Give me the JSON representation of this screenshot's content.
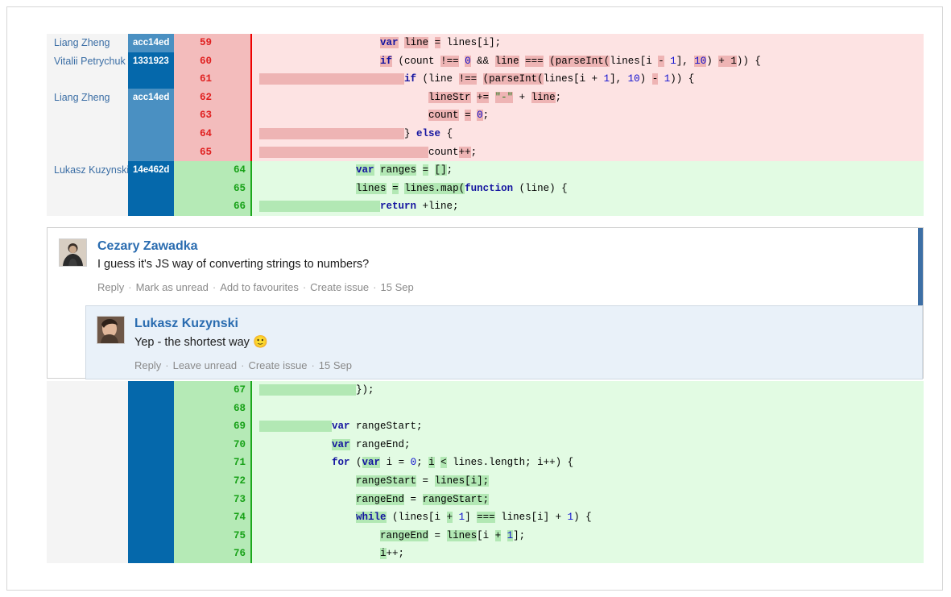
{
  "diff_top": {
    "rows": [
      {
        "author": "Liang Zheng",
        "hash": "acc14ed",
        "hash_shade": "light",
        "num": "59",
        "type": "del",
        "tokens": [
          {
            "t": "                    ",
            "c": ""
          },
          {
            "t": "var",
            "c": "kw wd"
          },
          {
            "t": " ",
            "c": ""
          },
          {
            "t": "line",
            "c": "wd"
          },
          {
            "t": " ",
            "c": ""
          },
          {
            "t": "=",
            "c": "wd"
          },
          {
            "t": " lines[i];",
            "c": ""
          }
        ]
      },
      {
        "author": "Vitalii Petrychuk",
        "hash": "1331923",
        "hash_shade": "dark",
        "num": "60",
        "type": "del",
        "tokens": [
          {
            "t": "                    ",
            "c": ""
          },
          {
            "t": "if",
            "c": "kw wd"
          },
          {
            "t": " (count ",
            "c": ""
          },
          {
            "t": "!==",
            "c": "wd"
          },
          {
            "t": " ",
            "c": ""
          },
          {
            "t": "0",
            "c": "num wd"
          },
          {
            "t": " && ",
            "c": ""
          },
          {
            "t": "line",
            "c": "wd"
          },
          {
            "t": " ",
            "c": ""
          },
          {
            "t": "===",
            "c": "wd"
          },
          {
            "t": " ",
            "c": ""
          },
          {
            "t": "(parseInt(",
            "c": "wd"
          },
          {
            "t": "lines[i ",
            "c": ""
          },
          {
            "t": "-",
            "c": "wd"
          },
          {
            "t": " ",
            "c": ""
          },
          {
            "t": "1",
            "c": "num"
          },
          {
            "t": "], ",
            "c": ""
          },
          {
            "t": "10",
            "c": "num wd"
          },
          {
            "t": ") ",
            "c": ""
          },
          {
            "t": "+ 1",
            "c": "wd"
          },
          {
            "t": ")) {",
            "c": ""
          }
        ]
      },
      {
        "author": "",
        "hash": "",
        "hash_shade": "dark",
        "num": "61",
        "type": "del",
        "tokens": [
          {
            "t": "                        ",
            "c": "wd"
          },
          {
            "t": "if",
            "c": "kw"
          },
          {
            "t": " (line ",
            "c": ""
          },
          {
            "t": "!==",
            "c": "wd"
          },
          {
            "t": " ",
            "c": ""
          },
          {
            "t": "(parseInt(",
            "c": "wd"
          },
          {
            "t": "lines[i + ",
            "c": ""
          },
          {
            "t": "1",
            "c": "num"
          },
          {
            "t": "], ",
            "c": ""
          },
          {
            "t": "10",
            "c": "num"
          },
          {
            "t": ") ",
            "c": ""
          },
          {
            "t": "-",
            "c": "wd"
          },
          {
            "t": " ",
            "c": ""
          },
          {
            "t": "1",
            "c": "num"
          },
          {
            "t": ")) {",
            "c": ""
          }
        ]
      },
      {
        "author": "Liang Zheng",
        "hash": "acc14ed",
        "hash_shade": "light",
        "num": "62",
        "type": "del",
        "tokens": [
          {
            "t": "                            ",
            "c": ""
          },
          {
            "t": "lineStr",
            "c": "wd"
          },
          {
            "t": " ",
            "c": ""
          },
          {
            "t": "+=",
            "c": "wd"
          },
          {
            "t": " ",
            "c": ""
          },
          {
            "t": "\"-\"",
            "c": "str wd"
          },
          {
            "t": " + ",
            "c": ""
          },
          {
            "t": "line",
            "c": "wd"
          },
          {
            "t": ";",
            "c": ""
          }
        ]
      },
      {
        "author": "",
        "hash": "",
        "hash_shade": "light",
        "num": "63",
        "type": "del",
        "tokens": [
          {
            "t": "                            ",
            "c": ""
          },
          {
            "t": "count",
            "c": "wd"
          },
          {
            "t": " ",
            "c": ""
          },
          {
            "t": "=",
            "c": "wd"
          },
          {
            "t": " ",
            "c": ""
          },
          {
            "t": "0",
            "c": "num wd"
          },
          {
            "t": ";",
            "c": ""
          }
        ]
      },
      {
        "author": "",
        "hash": "",
        "hash_shade": "light",
        "num": "64",
        "type": "del",
        "tokens": [
          {
            "t": "                        ",
            "c": "wd"
          },
          {
            "t": "} ",
            "c": ""
          },
          {
            "t": "else",
            "c": "kw"
          },
          {
            "t": " {",
            "c": ""
          }
        ]
      },
      {
        "author": "",
        "hash": "",
        "hash_shade": "light",
        "num": "65",
        "type": "del",
        "tokens": [
          {
            "t": "                            ",
            "c": "wd"
          },
          {
            "t": "count",
            "c": ""
          },
          {
            "t": "++",
            "c": "wd"
          },
          {
            "t": ";",
            "c": ""
          }
        ]
      },
      {
        "author": "Lukasz Kuzynski",
        "hash": "14e462d",
        "hash_shade": "dark",
        "num": "64",
        "type": "add",
        "tokens": [
          {
            "t": "                ",
            "c": ""
          },
          {
            "t": "var",
            "c": "kw wd"
          },
          {
            "t": " ",
            "c": ""
          },
          {
            "t": "ranges",
            "c": "wd"
          },
          {
            "t": " ",
            "c": ""
          },
          {
            "t": "=",
            "c": "wd"
          },
          {
            "t": " ",
            "c": ""
          },
          {
            "t": "[]",
            "c": "wd"
          },
          {
            "t": ";",
            "c": ""
          }
        ]
      },
      {
        "author": "",
        "hash": "",
        "hash_shade": "dark",
        "num": "65",
        "type": "add",
        "tokens": [
          {
            "t": "                ",
            "c": ""
          },
          {
            "t": "lines",
            "c": "wd"
          },
          {
            "t": " ",
            "c": ""
          },
          {
            "t": "=",
            "c": "wd"
          },
          {
            "t": " ",
            "c": ""
          },
          {
            "t": "lines.map(",
            "c": "wd"
          },
          {
            "t": "function",
            "c": "kw"
          },
          {
            "t": " (line) {",
            "c": ""
          }
        ]
      },
      {
        "author": "",
        "hash": "",
        "hash_shade": "dark",
        "num": "66",
        "type": "add",
        "tokens": [
          {
            "t": "                    ",
            "c": "wd"
          },
          {
            "t": "return",
            "c": "kw"
          },
          {
            "t": " +line;",
            "c": ""
          }
        ]
      }
    ]
  },
  "comment": {
    "author": "Cezary Zawadka",
    "text": "I guess it's JS way of converting strings to numbers?",
    "actions": [
      "Reply",
      "Mark as unread",
      "Add to favourites",
      "Create issue",
      "15 Sep"
    ],
    "reply": {
      "author": "Lukasz Kuzynski",
      "text": "Yep - the shortest way",
      "emoji": "🙂",
      "actions": [
        "Reply",
        "Leave unread",
        "Create issue",
        "15 Sep"
      ]
    }
  },
  "diff_bottom": {
    "rows": [
      {
        "author": "",
        "hash": "",
        "hash_shade": "dark",
        "num": "67",
        "type": "add",
        "tokens": [
          {
            "t": "                ",
            "c": "wd"
          },
          {
            "t": "});",
            "c": ""
          }
        ]
      },
      {
        "author": "",
        "hash": "",
        "hash_shade": "dark",
        "num": "68",
        "type": "add",
        "tokens": [
          {
            "t": "",
            "c": ""
          }
        ]
      },
      {
        "author": "",
        "hash": "",
        "hash_shade": "dark",
        "num": "69",
        "type": "add",
        "tokens": [
          {
            "t": "            ",
            "c": "wd"
          },
          {
            "t": "var",
            "c": "kw"
          },
          {
            "t": " rangeStart;",
            "c": ""
          }
        ]
      },
      {
        "author": "",
        "hash": "",
        "hash_shade": "dark",
        "num": "70",
        "type": "add",
        "tokens": [
          {
            "t": "            ",
            "c": ""
          },
          {
            "t": "var",
            "c": "kw wd"
          },
          {
            "t": " rangeEnd;",
            "c": ""
          }
        ]
      },
      {
        "author": "",
        "hash": "",
        "hash_shade": "dark",
        "num": "71",
        "type": "add",
        "tokens": [
          {
            "t": "            ",
            "c": ""
          },
          {
            "t": "for",
            "c": "kw"
          },
          {
            "t": " (",
            "c": ""
          },
          {
            "t": "var",
            "c": "kw wd"
          },
          {
            "t": " i = ",
            "c": ""
          },
          {
            "t": "0",
            "c": "num"
          },
          {
            "t": "; ",
            "c": ""
          },
          {
            "t": "i",
            "c": "wd"
          },
          {
            "t": " ",
            "c": ""
          },
          {
            "t": "<",
            "c": "wd"
          },
          {
            "t": " lines.length; i++) {",
            "c": ""
          }
        ]
      },
      {
        "author": "",
        "hash": "",
        "hash_shade": "dark",
        "num": "72",
        "type": "add",
        "tokens": [
          {
            "t": "                ",
            "c": ""
          },
          {
            "t": "rangeStart",
            "c": "wd"
          },
          {
            "t": " = ",
            "c": ""
          },
          {
            "t": "lines[i];",
            "c": "wd"
          }
        ]
      },
      {
        "author": "",
        "hash": "",
        "hash_shade": "dark",
        "num": "73",
        "type": "add",
        "tokens": [
          {
            "t": "                ",
            "c": ""
          },
          {
            "t": "rangeEnd",
            "c": "wd"
          },
          {
            "t": " = ",
            "c": ""
          },
          {
            "t": "rangeStart;",
            "c": "wd"
          }
        ]
      },
      {
        "author": "",
        "hash": "",
        "hash_shade": "dark",
        "num": "74",
        "type": "add",
        "tokens": [
          {
            "t": "                ",
            "c": ""
          },
          {
            "t": "while",
            "c": "kw wd"
          },
          {
            "t": " (lines[i ",
            "c": ""
          },
          {
            "t": "+",
            "c": "wd"
          },
          {
            "t": " ",
            "c": ""
          },
          {
            "t": "1",
            "c": "num"
          },
          {
            "t": "] ",
            "c": ""
          },
          {
            "t": "===",
            "c": "wd"
          },
          {
            "t": " lines[i] + ",
            "c": ""
          },
          {
            "t": "1",
            "c": "num"
          },
          {
            "t": ") {",
            "c": ""
          }
        ]
      },
      {
        "author": "",
        "hash": "",
        "hash_shade": "dark",
        "num": "75",
        "type": "add",
        "tokens": [
          {
            "t": "                    ",
            "c": ""
          },
          {
            "t": "rangeEnd",
            "c": "wd"
          },
          {
            "t": " = ",
            "c": ""
          },
          {
            "t": "lines",
            "c": "wd"
          },
          {
            "t": "[i ",
            "c": ""
          },
          {
            "t": "+",
            "c": "wd"
          },
          {
            "t": " ",
            "c": ""
          },
          {
            "t": "1",
            "c": "num wd"
          },
          {
            "t": "];",
            "c": ""
          }
        ]
      },
      {
        "author": "",
        "hash": "",
        "hash_shade": "dark",
        "num": "76",
        "type": "add",
        "tokens": [
          {
            "t": "                    ",
            "c": ""
          },
          {
            "t": "i",
            "c": "wd"
          },
          {
            "t": "++;",
            "c": ""
          }
        ]
      }
    ]
  }
}
